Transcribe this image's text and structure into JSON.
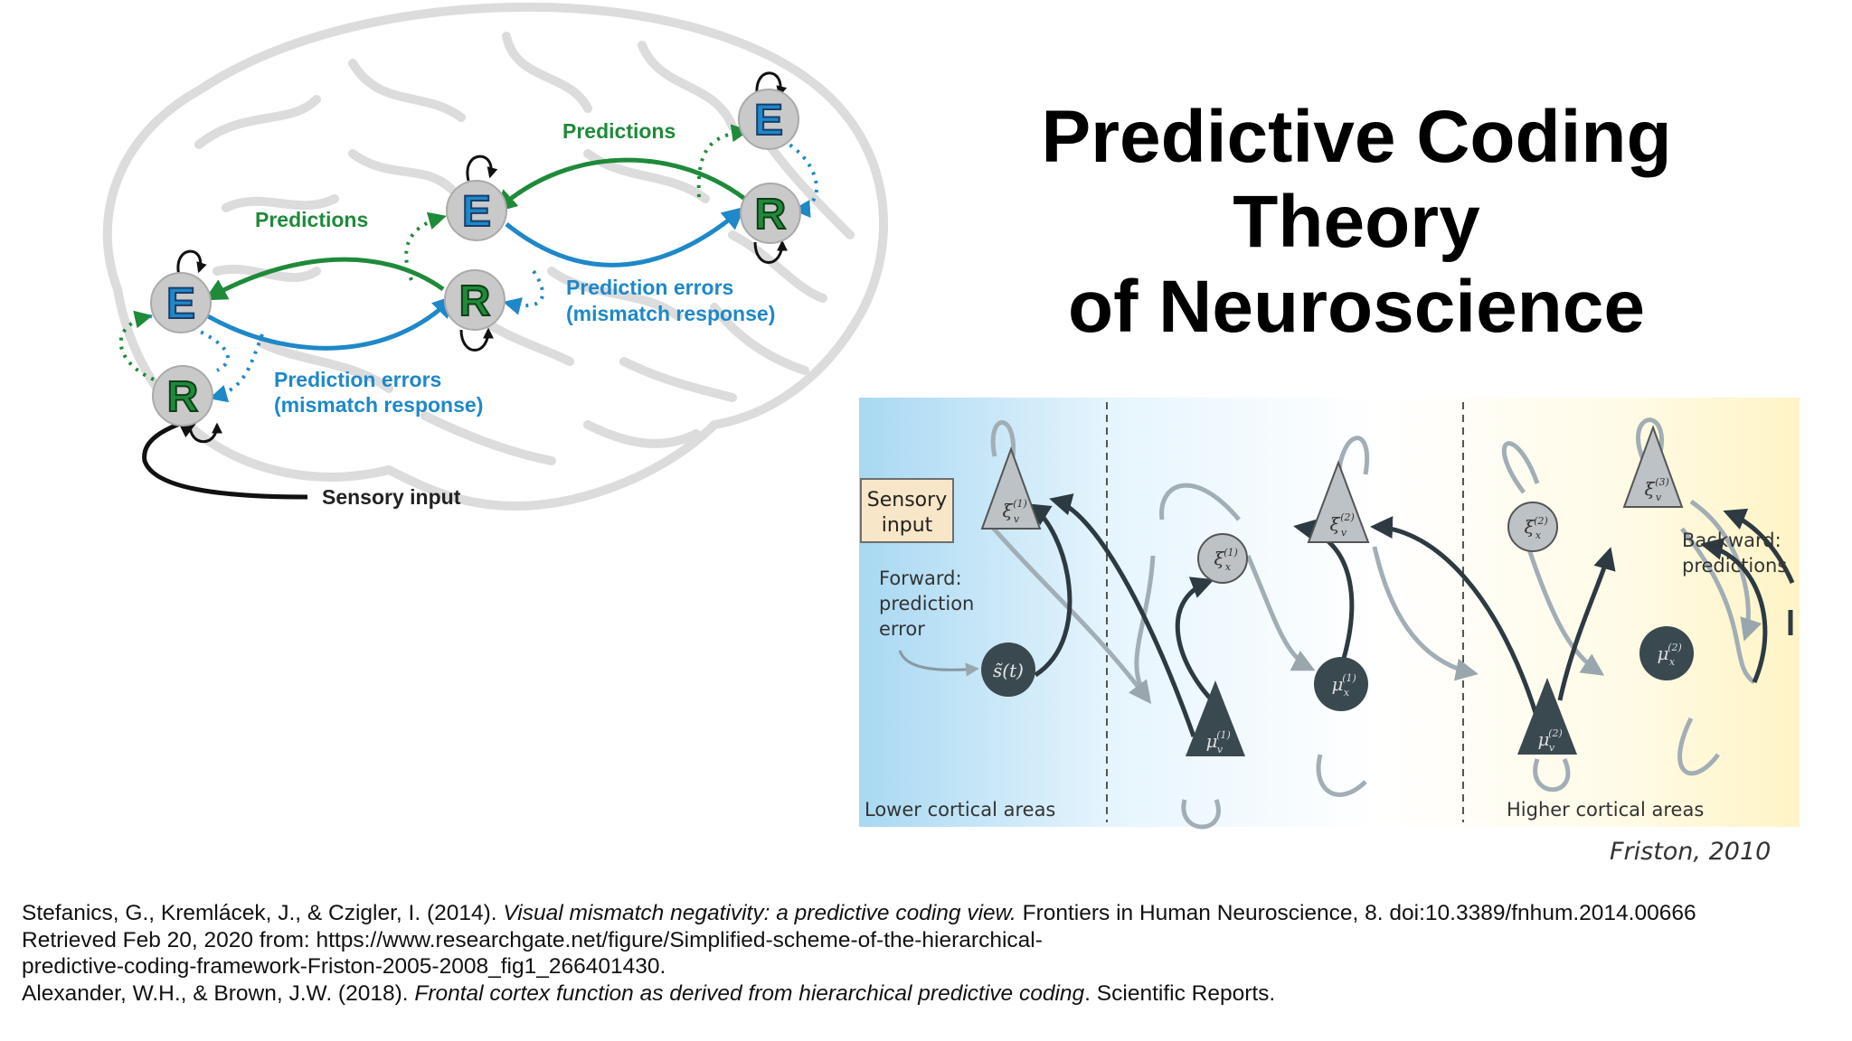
{
  "slide": {
    "title_line1": "Predictive Coding Theory",
    "title_line2": "of Neuroscience"
  },
  "brain_diagram": {
    "nodes": {
      "E": "E",
      "R": "R"
    },
    "label_predictions": "Predictions",
    "label_prediction_errors": "Prediction errors",
    "label_mismatch": "(mismatch response)",
    "label_sensory_input": "Sensory input",
    "colors": {
      "predictions": "#1f8a3a",
      "errors": "#1e88c8",
      "node_fill": "#c9c9c9"
    }
  },
  "friston_diagram": {
    "sensory_input_line1": "Sensory",
    "sensory_input_line2": "input",
    "forward_line1": "Forward:",
    "forward_line2": "prediction",
    "forward_line3": "error",
    "backward_line1": "Backward:",
    "backward_line2": "predictions",
    "lower_areas": "Lower cortical areas",
    "higher_areas": "Higher cortical areas",
    "s_node": "s̃(t)",
    "xi_v1": "ξ",
    "xi_x1": "ξ",
    "xi_v2": "ξ",
    "xi_x2": "ξ",
    "xi_v3": "ξ",
    "mu_v1": "μ",
    "mu_x1": "μ",
    "mu_v2": "μ",
    "mu_x2": "μ",
    "sup1": "(1)",
    "sup2": "(2)",
    "sup3": "(3)",
    "sub_v": "v",
    "sub_x": "x",
    "credit": "Friston, 2010"
  },
  "references": {
    "ref1_plain_a": "Stefanics, G., Kremlácek, J., & Czigler, I. (2014). ",
    "ref1_italic": "Visual mismatch negativity: a predictive coding view.",
    "ref1_plain_b": " Frontiers in Human Neuroscience, 8. doi:10.3389/fnhum.2014.00666",
    "ref2_line1": "Retrieved Feb 20, 2020 from: https://www.researchgate.net/figure/Simplified-scheme-of-the-hierarchical-",
    "ref2_line2": "predictive-coding-framework-Friston-2005-2008_fig1_266401430.",
    "ref3_plain_a": "Alexander, W.H., & Brown, J.W. (2018). ",
    "ref3_italic": "Frontal cortex function as derived from hierarchical predictive coding",
    "ref3_plain_b": ". Scientific Reports."
  }
}
